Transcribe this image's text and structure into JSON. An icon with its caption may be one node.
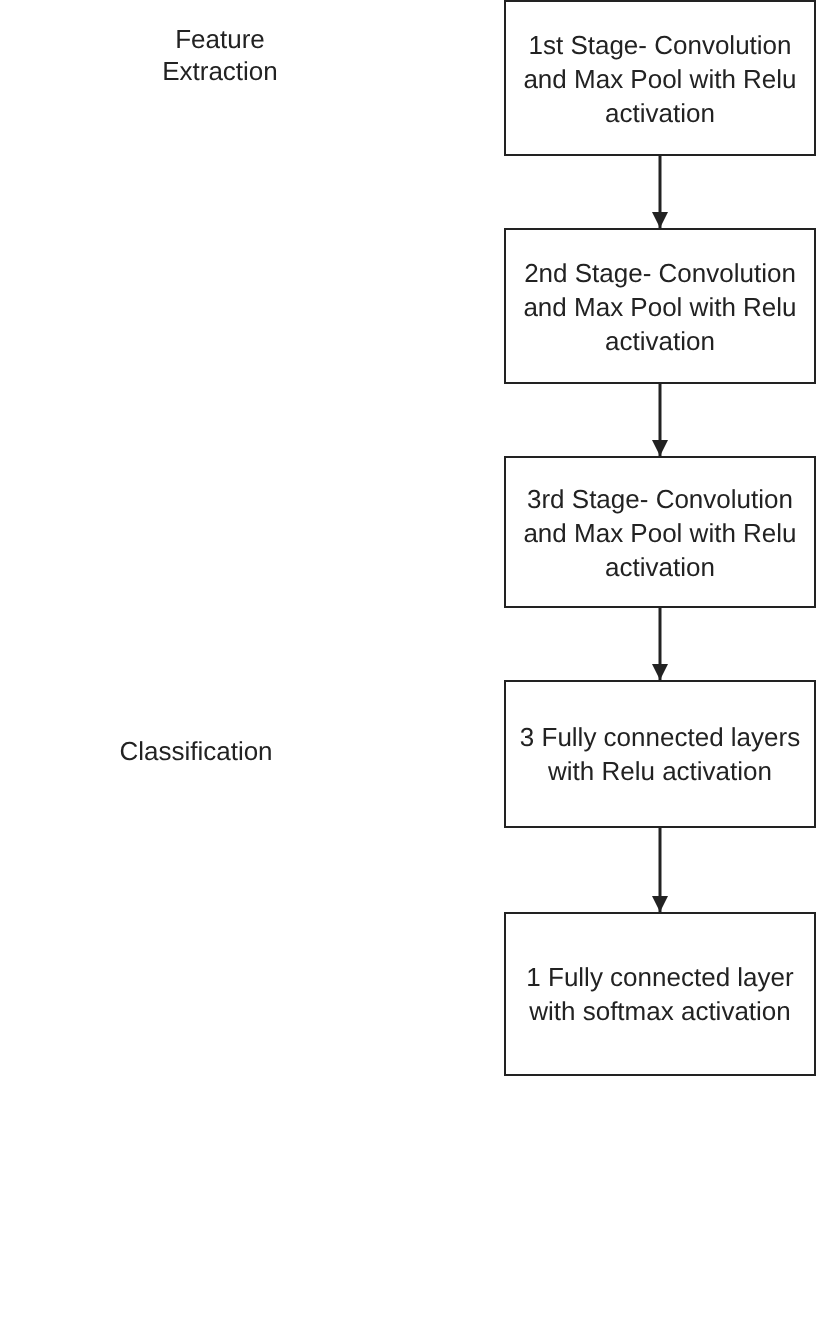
{
  "diagram": {
    "nodes": [
      {
        "text": [
          "1st Stage- Convolution and Max Pool with Relu activation"
        ]
      },
      {
        "text": [
          "2nd Stage- Convolution and Max Pool with Relu activation"
        ]
      },
      {
        "text": [
          "3rd Stage- Convolution and Max Pool with Relu activation"
        ]
      },
      {
        "text": [
          "3 Fully connected layers with Relu activation"
        ]
      },
      {
        "text": [
          "1 Fully connected layer with softmax activation"
        ]
      }
    ],
    "edges": [
      {
        "from": 0,
        "to": 1,
        "arrow": "to"
      },
      {
        "from": 1,
        "to": 2,
        "arrow": "to"
      },
      {
        "from": 2,
        "to": 3,
        "arrow": "to"
      },
      {
        "from": 3,
        "to": 4,
        "arrow": "to"
      }
    ],
    "labels": [
      "Feature Extraction",
      "Classification"
    ]
  }
}
